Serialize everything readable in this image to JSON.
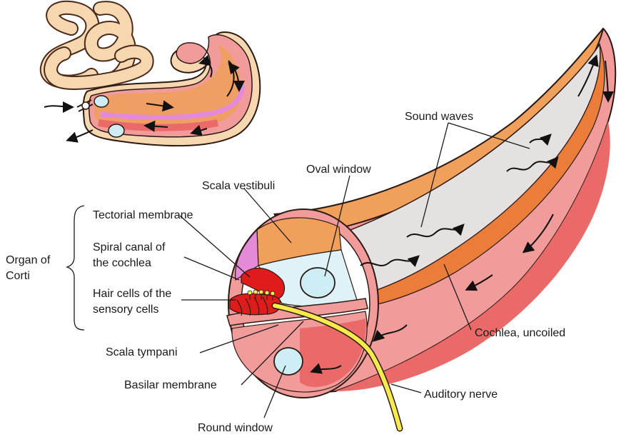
{
  "labels": {
    "sound_waves": "Sound waves",
    "oval_window": "Oval window",
    "scala_vestibuli": "Scala vestibuli",
    "tectorial_membrane": "Tectorial membrane",
    "spiral_canal_line1": "Spiral canal of",
    "spiral_canal_line2": "the cochlea",
    "organ_of_corti_line1": "Organ of",
    "organ_of_corti_line2": "Corti",
    "hair_cells_line1": "Hair cells of the",
    "hair_cells_line2": "sensory cells",
    "scala_tympani": "Scala tympani",
    "basilar_membrane": "Basilar membrane",
    "round_window": "Round window",
    "cochlea_uncoiled": "Cochlea, uncoiled",
    "auditory_nerve": "Auditory nerve"
  },
  "colors": {
    "cochlea_outer": "#f29b9b",
    "cochlea_red": "#ea6a6a",
    "scala_orange": "#f0a05a",
    "duct_magenta": "#e58ad8",
    "hair_cell_red": "#e01b1b",
    "inner_gray": "#e6e1e1",
    "window_blue": "#cdeef4",
    "nerve_yellow": "#f6ea4c",
    "canal_beige": "#f7d7b0"
  }
}
